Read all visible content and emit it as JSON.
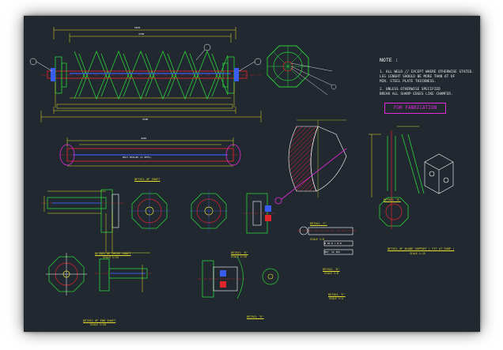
{
  "notes": {
    "title": "NOTE :",
    "lines": [
      "1.  ALL WELD ╱╱     EXCEPT WHERE OTHERWISE STATED.",
      "     LEG LENGHT SHOULD BE MORE THAN 6T OF",
      "     MIN. STEEL PLATE THICKNESS.",
      "2.  UNLESS OTHERWISE SPECIFIED",
      "     BREAK ALL SHARP EDGES LIKE CHAMFER."
    ]
  },
  "stamp": "FOR FABRICATION",
  "captions": {
    "detail_shaft": "DETAIL OF SHAFT",
    "detail_drive_shaft": "DETAIL OF DRIVE SHAFT",
    "detail_drive_shaft_scale": "SCALE  1:25",
    "detail_b": "DETAIL 'B'",
    "detail_b_scale": "SCALE  1:10",
    "detail_c": "DETAIL 'C'",
    "detail_c_scale": "SCALE  1:8",
    "detail_blade_support": "DETAIL OF BLADE SUPPORT ( FIT AT SHOP )",
    "detail_blade_support_scale": "SCALE  1:15",
    "detail_end_shaft": "DETAIL OF END SHAFT",
    "detail_end_shaft_scale": "SCALE  1:20",
    "detail_d": "DETAIL 'D'",
    "detail_d2": "DETAIL 'D'",
    "detail_d2_scale": "SCALE  1:8",
    "detail_e": "DETAIL 'E'",
    "detail_e_scale": "SCALE  1:4",
    "detail_a": "DETAIL 'A'"
  },
  "labels": {
    "overall_length": "5870",
    "flight_length": "4700",
    "shaft_length": "5180",
    "shaft_dim": "4240",
    "bolt_spec": "BOLT M16x40 (4 SETS)",
    "collar_dim": "Ø 30.0 / 8.0",
    "blade_note": "MAT. SS 304"
  },
  "colors": {
    "background": "#212830",
    "accent_stamp": "#e32ad8",
    "dimension_yellow": "#e7df2c",
    "geometry_green": "#2bd13a",
    "axis_red": "#e0242c",
    "axis_blue": "#3a5cf0"
  }
}
